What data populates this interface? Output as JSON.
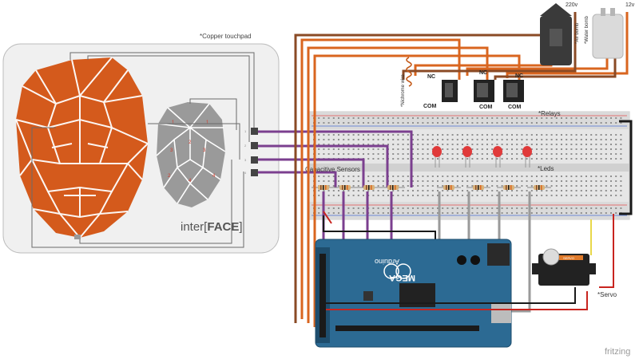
{
  "labels": {
    "copper_touchpad": "*Copper touchpad",
    "interface_prefix": "inter[",
    "interface_bold": "FACE",
    "interface_suffix": "]",
    "voltage_220": "220v",
    "voltage_12": "12v",
    "air_bomb": "*Air bomb",
    "water_bomb": "*Water bomb",
    "nichrome_wire": "*Nichrome wire",
    "relays": "*Relays",
    "capacitive_sensors": "Capacitive Sensors",
    "leds": "*Leds",
    "servo": "*Servo",
    "servo_brand": "SERVO",
    "fritzing": "fritzing",
    "nc": "NC",
    "com": "COM",
    "arduino_model": "MEGA",
    "arduino_brand": "Arduino"
  },
  "pad_numbers": [
    "1",
    "1",
    "3",
    "3",
    "2",
    "4",
    "2",
    "4"
  ],
  "colors": {
    "face_orange": "#d45a1c",
    "face_grey": "#9a9a9a",
    "panel_bg": "#f0f0f0",
    "breadboard": "#e6e6e6",
    "arduino_blue": "#2c6a93",
    "wire_purple": "#7b3f8f",
    "wire_orange": "#d9651f",
    "wire_brown": "#8a4a25",
    "wire_red": "#c8241f",
    "wire_grey": "#9a9a9a",
    "wire_black": "#1a1a1a",
    "wire_yellow": "#e8d84a",
    "led_red": "#e03a3a"
  }
}
